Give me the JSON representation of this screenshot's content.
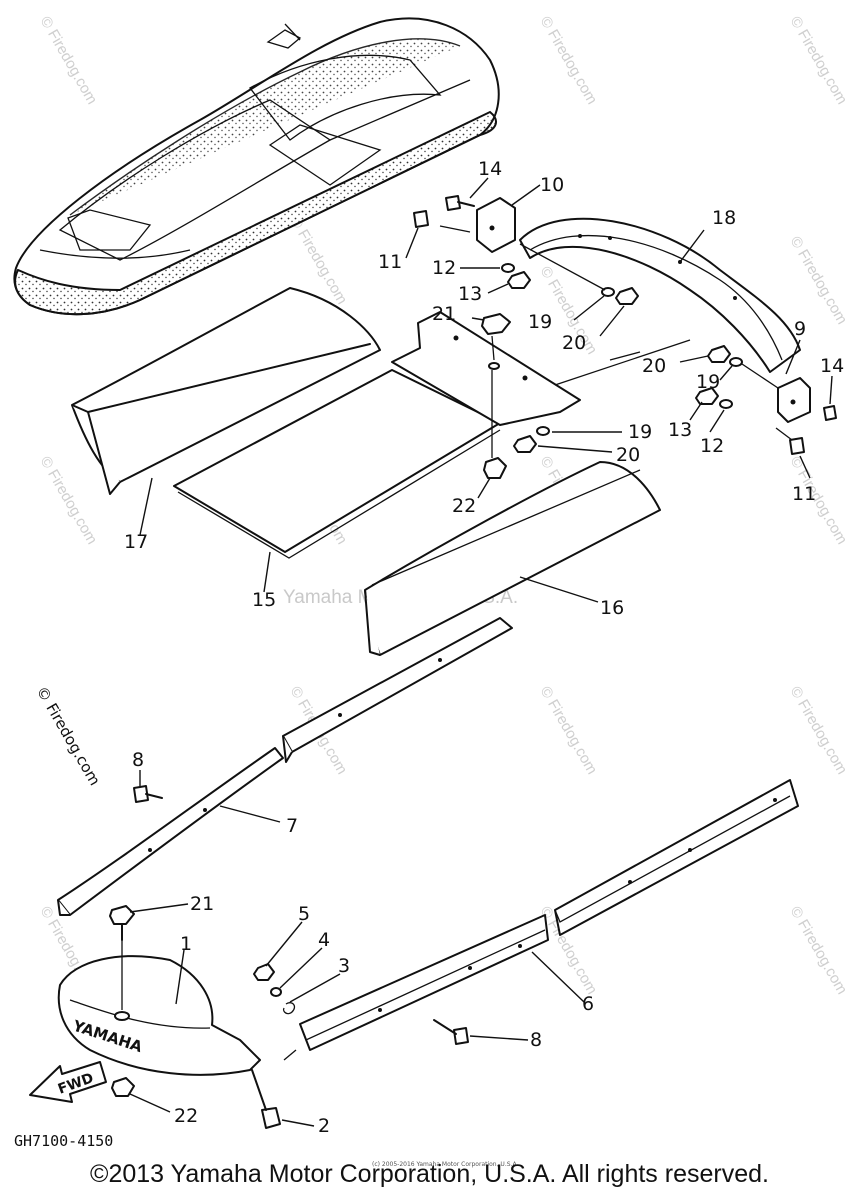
{
  "diagram": {
    "part_code": "GH7100-4150",
    "center_watermark": "Yamaha Motor Corp. U.S.A.",
    "site_watermark": "© Firedog.com",
    "small_copyright": "(c) 2005-2016 Yamaha Motor Corporation, U.S.A.",
    "fwd_label": "FWD",
    "brand_on_part": "YAMAHA",
    "callouts": {
      "c1": "1",
      "c2": "2",
      "c3": "3",
      "c4": "4",
      "c5": "5",
      "c6": "6",
      "c7": "7",
      "c8a": "8",
      "c8b": "8",
      "c9": "9",
      "c10": "10",
      "c11a": "11",
      "c11b": "11",
      "c12a": "12",
      "c12b": "12",
      "c13a": "13",
      "c13b": "13",
      "c14a": "14",
      "c14b": "14",
      "c15": "15",
      "c16": "16",
      "c17": "17",
      "c18": "18",
      "c19a": "19",
      "c19b": "19",
      "c19c": "19",
      "c20a": "20",
      "c20b": "20",
      "c20c": "20",
      "c21a": "21",
      "c21b": "21",
      "c22a": "22",
      "c22b": "22"
    }
  },
  "footer": {
    "copyright": "©2013 Yamaha Motor Corporation, U.S.A. All rights reserved."
  }
}
